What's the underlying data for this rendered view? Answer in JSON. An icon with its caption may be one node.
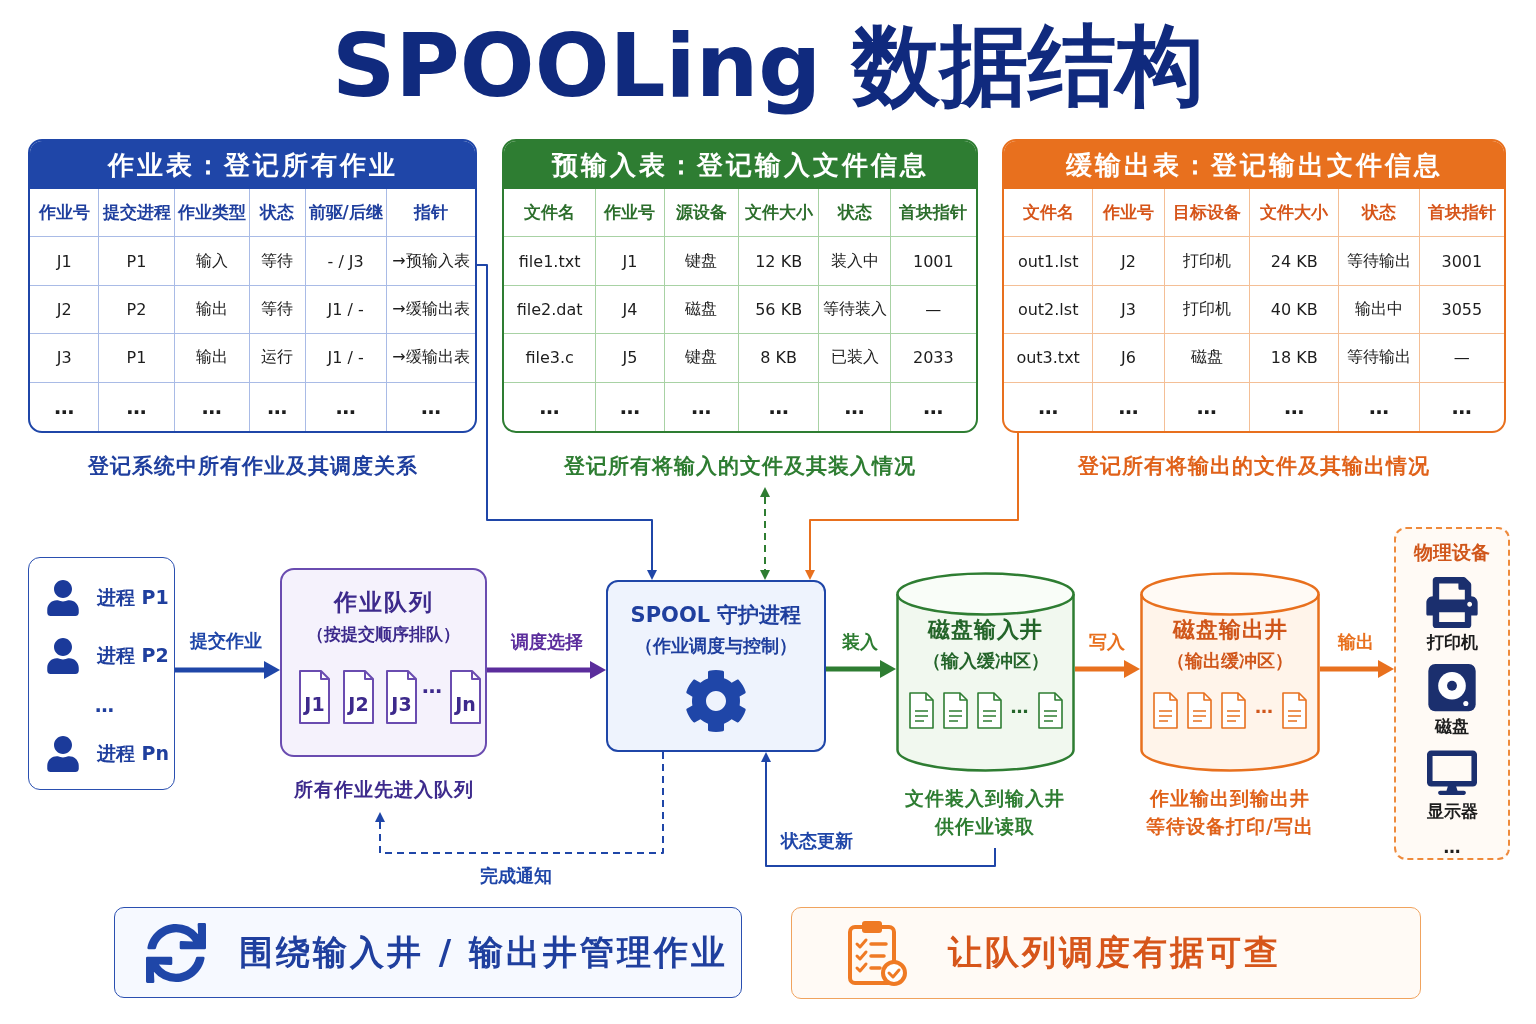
{
  "diagram": {
    "title": "SPOOLing 数据结构",
    "nodes": [
      {
        "text": [
          "作业表：登记所有作业",
          "作业号",
          "提交进程",
          "作业类型",
          "状态",
          "前驱/后继",
          "指针",
          "J1",
          "P1",
          "输入",
          "等待",
          "- / J3",
          "→预输入表",
          "J2",
          "P2",
          "输出",
          "等待",
          "J1 / -",
          "→缓输出表",
          "J3",
          "P1",
          "输出",
          "运行",
          "J1 / -",
          "→缓输出表",
          "…",
          "…",
          "…",
          "…",
          "…",
          "…"
        ],
        "beside": [
          "登记系统中所有作业及其调度关系"
        ]
      },
      {
        "text": [
          "预输入表：登记输入文件信息",
          "文件名",
          "作业号",
          "源设备",
          "文件大小",
          "状态",
          "首块指针",
          "file1.txt",
          "J1",
          "键盘",
          "12 KB",
          "装入中",
          "1001",
          "file2.dat",
          "J4",
          "磁盘",
          "56 KB",
          "等待装入",
          "—",
          "file3.c",
          "J5",
          "键盘",
          "8 KB",
          "已装入",
          "2033",
          "…",
          "…",
          "…",
          "…",
          "…",
          "…"
        ],
        "beside": [
          "登记所有将输入的文件及其装入情况"
        ]
      },
      {
        "text": [
          "缓输出表：登记输出文件信息",
          "文件名",
          "作业号",
          "目标设备",
          "文件大小",
          "状态",
          "首块指针",
          "out1.lst",
          "J2",
          "打印机",
          "24 KB",
          "等待输出",
          "3001",
          "out2.lst",
          "J3",
          "打印机",
          "40 KB",
          "输出中",
          "3055",
          "out3.txt",
          "J6",
          "磁盘",
          "18 KB",
          "等待输出",
          "—",
          "…",
          "…",
          "…",
          "…",
          "…",
          "…"
        ],
        "beside": [
          "登记所有将输出的文件及其输出情况"
        ]
      },
      {
        "text": [
          "进程 P1",
          "进程 P2",
          "…",
          "进程 Pn"
        ]
      },
      {
        "text": [
          "作业队列",
          "（按提交顺序排队）",
          "…"
        ],
        "beside": [
          "所有作业先进入队列"
        ]
      },
      {
        "text": [
          "J1"
        ],
        "in": 4
      },
      {
        "text": [
          "J2"
        ],
        "in": 4
      },
      {
        "text": [
          "J3"
        ],
        "in": 4
      },
      {
        "text": [
          "Jn"
        ],
        "in": 4
      },
      {
        "text": [
          "SPOOL 守护进程",
          "（作业调度与控制）"
        ]
      },
      {
        "text": [
          "磁盘输入井",
          "（输入缓冲区）",
          "…"
        ],
        "beside": [
          "文件装入到输入井供作业读取"
        ]
      },
      {
        "text": [
          "磁盘输出井",
          "（输出缓冲区）",
          "…"
        ],
        "beside": [
          "作业输出到输出井等待设备打印/写出"
        ]
      },
      {
        "text": [
          "物理设备",
          "打印机",
          "磁盘",
          "显示器",
          "…"
        ]
      },
      {
        "text": [
          "围绕输入井 / 输出井管理作业"
        ]
      },
      {
        "text": [
          "让队列调度有据可查"
        ]
      }
    ],
    "edges": [
      {
        "from": 3,
        "to": 4,
        "arrow": "to",
        "label": "提交作业",
        "style": "thick"
      },
      {
        "from": 4,
        "to": 9,
        "arrow": "to",
        "label": "调度选择",
        "style": "thick",
        "color": "#5b2d9c"
      },
      {
        "from": 9,
        "to": 10,
        "arrow": "to",
        "label": "装入",
        "style": "thick",
        "color": "#2e7d32"
      },
      {
        "from": 10,
        "to": 11,
        "arrow": "to",
        "label": "写入",
        "style": "thick",
        "color": "#e8701e"
      },
      {
        "from": 11,
        "to": 12,
        "arrow": "to",
        "label": "输出",
        "style": "thick",
        "color": "#e8701e"
      },
      {
        "from": 0,
        "to": 9,
        "arrow": "to"
      },
      {
        "from": 1,
        "to": 9,
        "arrow": "both",
        "style": "dashed",
        "color": "#2e7d32"
      },
      {
        "from": 2,
        "to": 9,
        "arrow": "to",
        "color": "#e8701e"
      },
      {
        "from": 9,
        "to": 4,
        "arrow": "to",
        "label": "完成通知",
        "style": "dashed"
      },
      {
        "from": 10,
        "to": 9,
        "arrow": "to",
        "label": "状态更新"
      }
    ]
  }
}
